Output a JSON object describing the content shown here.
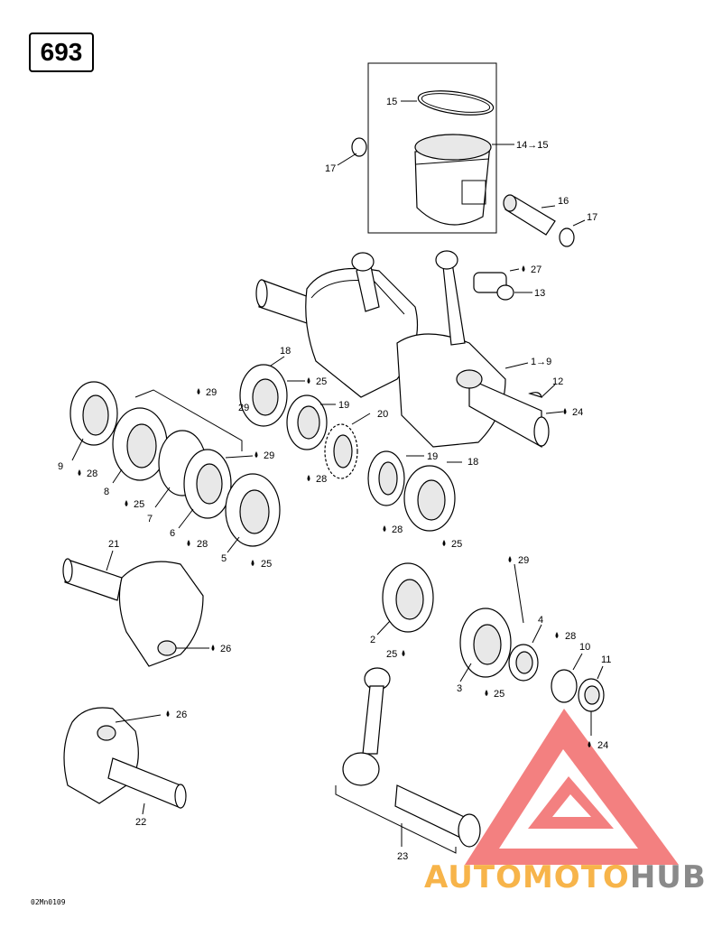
{
  "page": {
    "number": "693",
    "drawing_code": "02Mn0109",
    "watermark_part1": "AUTOMOTO",
    "watermark_part2": "HUB",
    "watermark_color": "#f26b6b"
  },
  "callouts": [
    {
      "id": "c15",
      "text": "15"
    },
    {
      "id": "c14",
      "text": "14→15"
    },
    {
      "id": "c17a",
      "text": "17"
    },
    {
      "id": "c16",
      "text": "16"
    },
    {
      "id": "c17b",
      "text": "17"
    },
    {
      "id": "c27",
      "text": "27"
    },
    {
      "id": "c13",
      "text": "13"
    },
    {
      "id": "c1",
      "text": "1→9"
    },
    {
      "id": "c12",
      "text": "12"
    },
    {
      "id": "c24a",
      "text": "24"
    },
    {
      "id": "c18a",
      "text": "18"
    },
    {
      "id": "c25a",
      "text": "25"
    },
    {
      "id": "c19a",
      "text": "19"
    },
    {
      "id": "c20",
      "text": "20"
    },
    {
      "id": "c29a",
      "text": "29"
    },
    {
      "id": "c29b",
      "text": "29"
    },
    {
      "id": "c29c",
      "text": "29"
    },
    {
      "id": "c28a",
      "text": "28"
    },
    {
      "id": "c9",
      "text": "9"
    },
    {
      "id": "c28b",
      "text": "28"
    },
    {
      "id": "c8",
      "text": "8"
    },
    {
      "id": "c25b",
      "text": "25"
    },
    {
      "id": "c7",
      "text": "7"
    },
    {
      "id": "c6",
      "text": "6"
    },
    {
      "id": "c28c",
      "text": "28"
    },
    {
      "id": "c5",
      "text": "5"
    },
    {
      "id": "c25c",
      "text": "25"
    },
    {
      "id": "c19b",
      "text": "19"
    },
    {
      "id": "c18b",
      "text": "18"
    },
    {
      "id": "c28d",
      "text": "28"
    },
    {
      "id": "c25d",
      "text": "25"
    },
    {
      "id": "c21",
      "text": "21"
    },
    {
      "id": "c26a",
      "text": "26"
    },
    {
      "id": "c29d",
      "text": "29"
    },
    {
      "id": "c2",
      "text": "2"
    },
    {
      "id": "c25e",
      "text": "25"
    },
    {
      "id": "c4",
      "text": "4"
    },
    {
      "id": "c28e",
      "text": "28"
    },
    {
      "id": "c10",
      "text": "10"
    },
    {
      "id": "c11",
      "text": "11"
    },
    {
      "id": "c3",
      "text": "3"
    },
    {
      "id": "c25f",
      "text": "25"
    },
    {
      "id": "c24b",
      "text": "24"
    },
    {
      "id": "c26b",
      "text": "26"
    },
    {
      "id": "c22",
      "text": "22"
    },
    {
      "id": "c23",
      "text": "23"
    }
  ]
}
